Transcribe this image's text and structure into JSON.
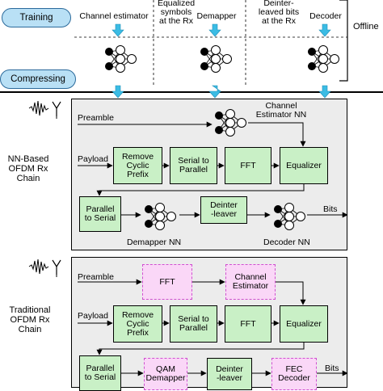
{
  "offline": {
    "training_label": "Training",
    "compressing_label": "Compressing",
    "offline_label": "Offline",
    "columns": [
      "Channel estimator",
      "Equalized\nsymbols\nat the Rx",
      "Demapper",
      "Deinter-\nleaved bits\nat the Rx",
      "Decoder"
    ]
  },
  "nn_chain": {
    "title": "NN-Based\nOFDM Rx\nChain",
    "preamble": "Preamble",
    "payload": "Payload",
    "channel_estimator_nn": "Channel\nEstimator NN",
    "blocks": {
      "remove_cp": "Remove\nCyclic\nPrefix",
      "s2p": "Serial to\nParallel",
      "fft": "FFT",
      "equalizer": "Equalizer",
      "p2s": "Parallel\nto Serial",
      "deinterleaver": "Deinter\n-leaver"
    },
    "demapper_nn": "Demapper NN",
    "decoder_nn": "Decoder NN",
    "bits": "Bits"
  },
  "trad_chain": {
    "title": "Traditional\nOFDM Rx\nChain",
    "preamble": "Preamble",
    "payload": "Payload",
    "blocks": {
      "fft_top": "FFT",
      "channel_estimator": "Channel\nEstimator",
      "remove_cp": "Remove\nCyclic\nPrefix",
      "s2p": "Serial to\nParallel",
      "fft": "FFT",
      "equalizer": "Equalizer",
      "p2s": "Parallel\nto Serial",
      "qam": "QAM\nDemapper",
      "deinterleaver": "Deinter\n-leaver",
      "fec": "FEC\nDecoder"
    },
    "bits": "Bits"
  }
}
